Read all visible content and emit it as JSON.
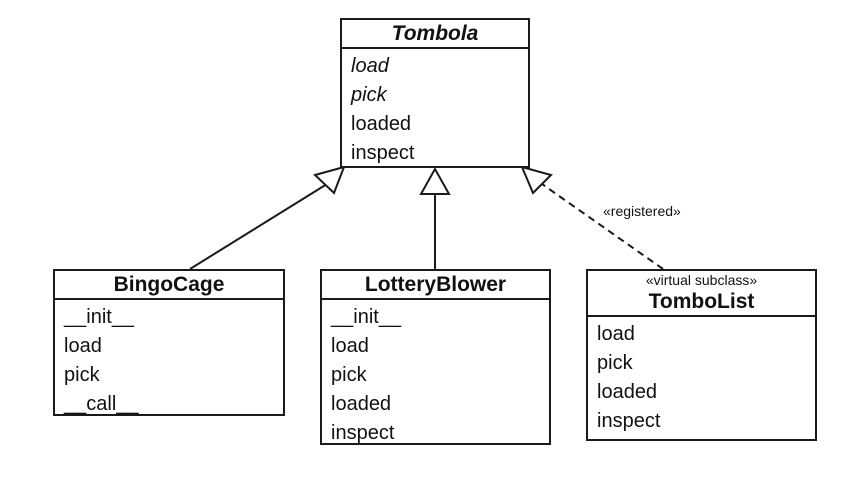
{
  "classes": {
    "tombola": {
      "name": "Tombola",
      "methods": [
        {
          "label": "load",
          "abstract": true
        },
        {
          "label": "pick",
          "abstract": true
        },
        {
          "label": "loaded",
          "abstract": false
        },
        {
          "label": "inspect",
          "abstract": false
        }
      ]
    },
    "bingocage": {
      "name": "BingoCage",
      "methods": [
        {
          "label": "__init__"
        },
        {
          "label": "load"
        },
        {
          "label": "pick"
        },
        {
          "label": "__call__"
        }
      ]
    },
    "lotteryblower": {
      "name": "LotteryBlower",
      "methods": [
        {
          "label": "__init__"
        },
        {
          "label": "load"
        },
        {
          "label": "pick"
        },
        {
          "label": "loaded"
        },
        {
          "label": "inspect"
        }
      ]
    },
    "tombolist": {
      "stereotype": "«virtual subclass»",
      "name": "TomboList",
      "methods": [
        {
          "label": "load"
        },
        {
          "label": "pick"
        },
        {
          "label": "loaded"
        },
        {
          "label": "inspect"
        }
      ]
    }
  },
  "relations": {
    "registered_label": "«registered»"
  },
  "colors": {
    "stroke": "#1a1a1a",
    "background": "#ffffff"
  }
}
